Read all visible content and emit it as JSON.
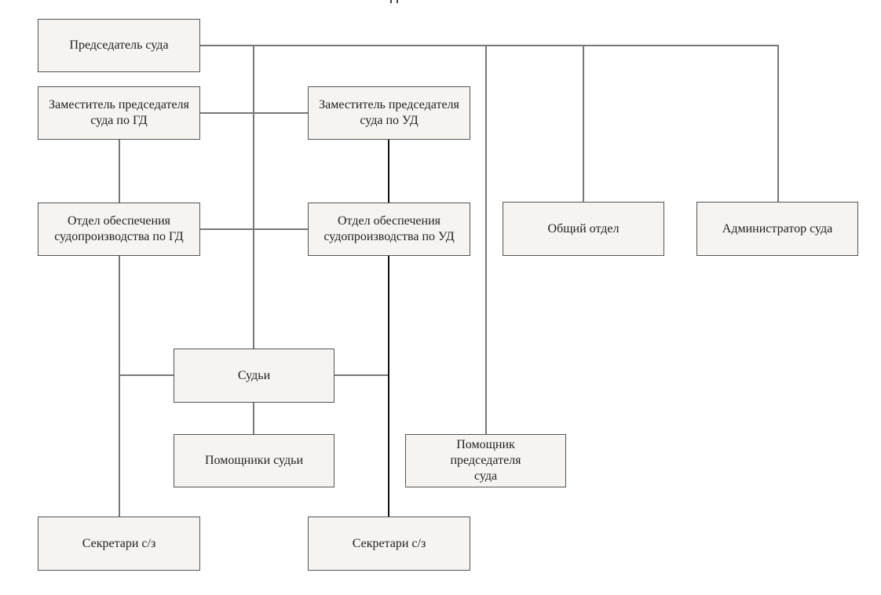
{
  "diagram": {
    "type": "org-chart",
    "nodes": {
      "chairman": {
        "label": "Председатель суда"
      },
      "deputy_gd": {
        "label": "Заместитель председателя суда по ГД"
      },
      "deputy_ud": {
        "label": "Заместитель председателя суда по УД"
      },
      "dept_gd": {
        "label": "Отдел обеспечения судопроизводства по ГД"
      },
      "dept_ud": {
        "label": "Отдел обеспечения судопроизводства по УД"
      },
      "general_dept": {
        "label": "Общий отдел"
      },
      "administrator": {
        "label": "Администратор суда"
      },
      "judges": {
        "label": "Судьи"
      },
      "judge_assistants": {
        "label": "Помощники судьи"
      },
      "chairman_assistant": {
        "label": "Помощник председателя суда"
      },
      "secretaries_gd": {
        "label": "Секретари с/з"
      },
      "secretaries_ud": {
        "label": "Секретари с/з"
      }
    },
    "edges": [
      [
        "chairman",
        "judges"
      ],
      [
        "chairman",
        "chairman_assistant"
      ],
      [
        "chairman",
        "general_dept"
      ],
      [
        "chairman",
        "administrator"
      ],
      [
        "deputy_gd",
        "deputy_ud"
      ],
      [
        "deputy_gd",
        "dept_gd"
      ],
      [
        "deputy_ud",
        "dept_ud"
      ],
      [
        "dept_gd",
        "dept_ud"
      ],
      [
        "dept_gd",
        "secretaries_gd"
      ],
      [
        "dept_ud",
        "secretaries_ud"
      ],
      [
        "judges",
        "dept_gd"
      ],
      [
        "judges",
        "dept_ud"
      ],
      [
        "judges",
        "judge_assistants"
      ]
    ],
    "colors": {
      "box_fill": "#f6f3f1",
      "box_border": "#555555",
      "connector": "#777777",
      "connector_ud": "#111111"
    }
  }
}
